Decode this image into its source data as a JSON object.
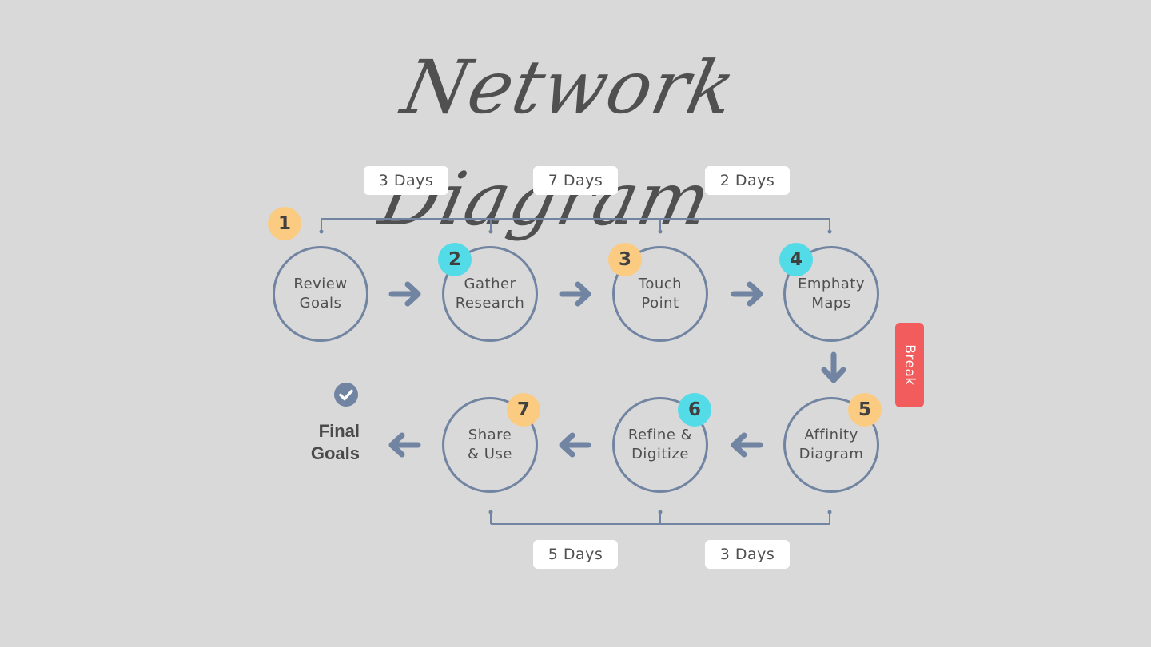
{
  "title": "Network Diagram",
  "colors": {
    "background": "#d9d9d9",
    "node_stroke": "#7184a1",
    "arrow": "#7184a1",
    "badge_orange": "#fbcb82",
    "badge_cyan": "#54dbe8",
    "break": "#f25c5c",
    "duration_box": "#ffffff"
  },
  "durations": {
    "top": [
      "3 Days",
      "7 Days",
      "2 Days"
    ],
    "bottom": [
      "5 Days",
      "3 Days"
    ]
  },
  "nodes": [
    {
      "number": "1",
      "label": "Review\nGoals",
      "badge_color": "orange"
    },
    {
      "number": "2",
      "label": "Gather\nResearch",
      "badge_color": "cyan"
    },
    {
      "number": "3",
      "label": "Touch\nPoint",
      "badge_color": "orange"
    },
    {
      "number": "4",
      "label": "Emphaty\nMaps",
      "badge_color": "cyan"
    },
    {
      "number": "5",
      "label": "Affinity\nDiagram",
      "badge_color": "orange"
    },
    {
      "number": "6",
      "label": "Refine &\nDigitize",
      "badge_color": "cyan"
    },
    {
      "number": "7",
      "label": "Share\n& Use",
      "badge_color": "orange"
    }
  ],
  "break_label": "Break",
  "final": {
    "label": "Final\nGoals",
    "icon": "check-circle-icon"
  }
}
